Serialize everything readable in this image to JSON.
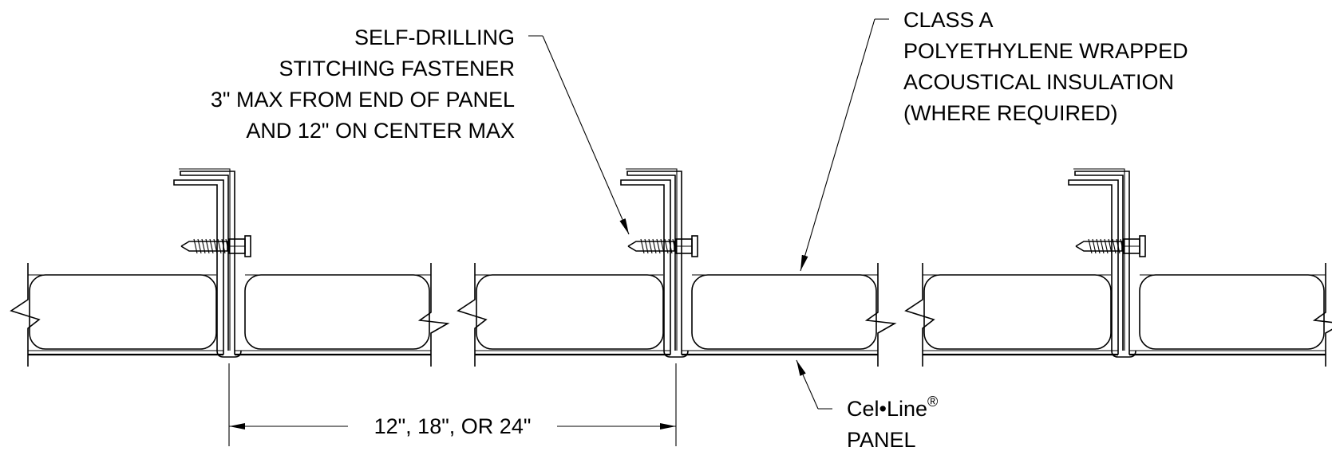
{
  "labels": {
    "fastener": [
      "SELF-DRILLING",
      "STITCHING FASTENER",
      "3\" MAX FROM END OF PANEL",
      "AND 12\" ON CENTER MAX"
    ],
    "insulation": [
      "CLASS A",
      "POLYETHYLENE WRAPPED",
      "ACOUSTICAL INSULATION",
      "(WHERE REQUIRED)"
    ],
    "panel_name": "Cel•Line",
    "panel_registered": "®",
    "panel_word": "PANEL",
    "dimension": "12\", 18\", OR 24\""
  }
}
